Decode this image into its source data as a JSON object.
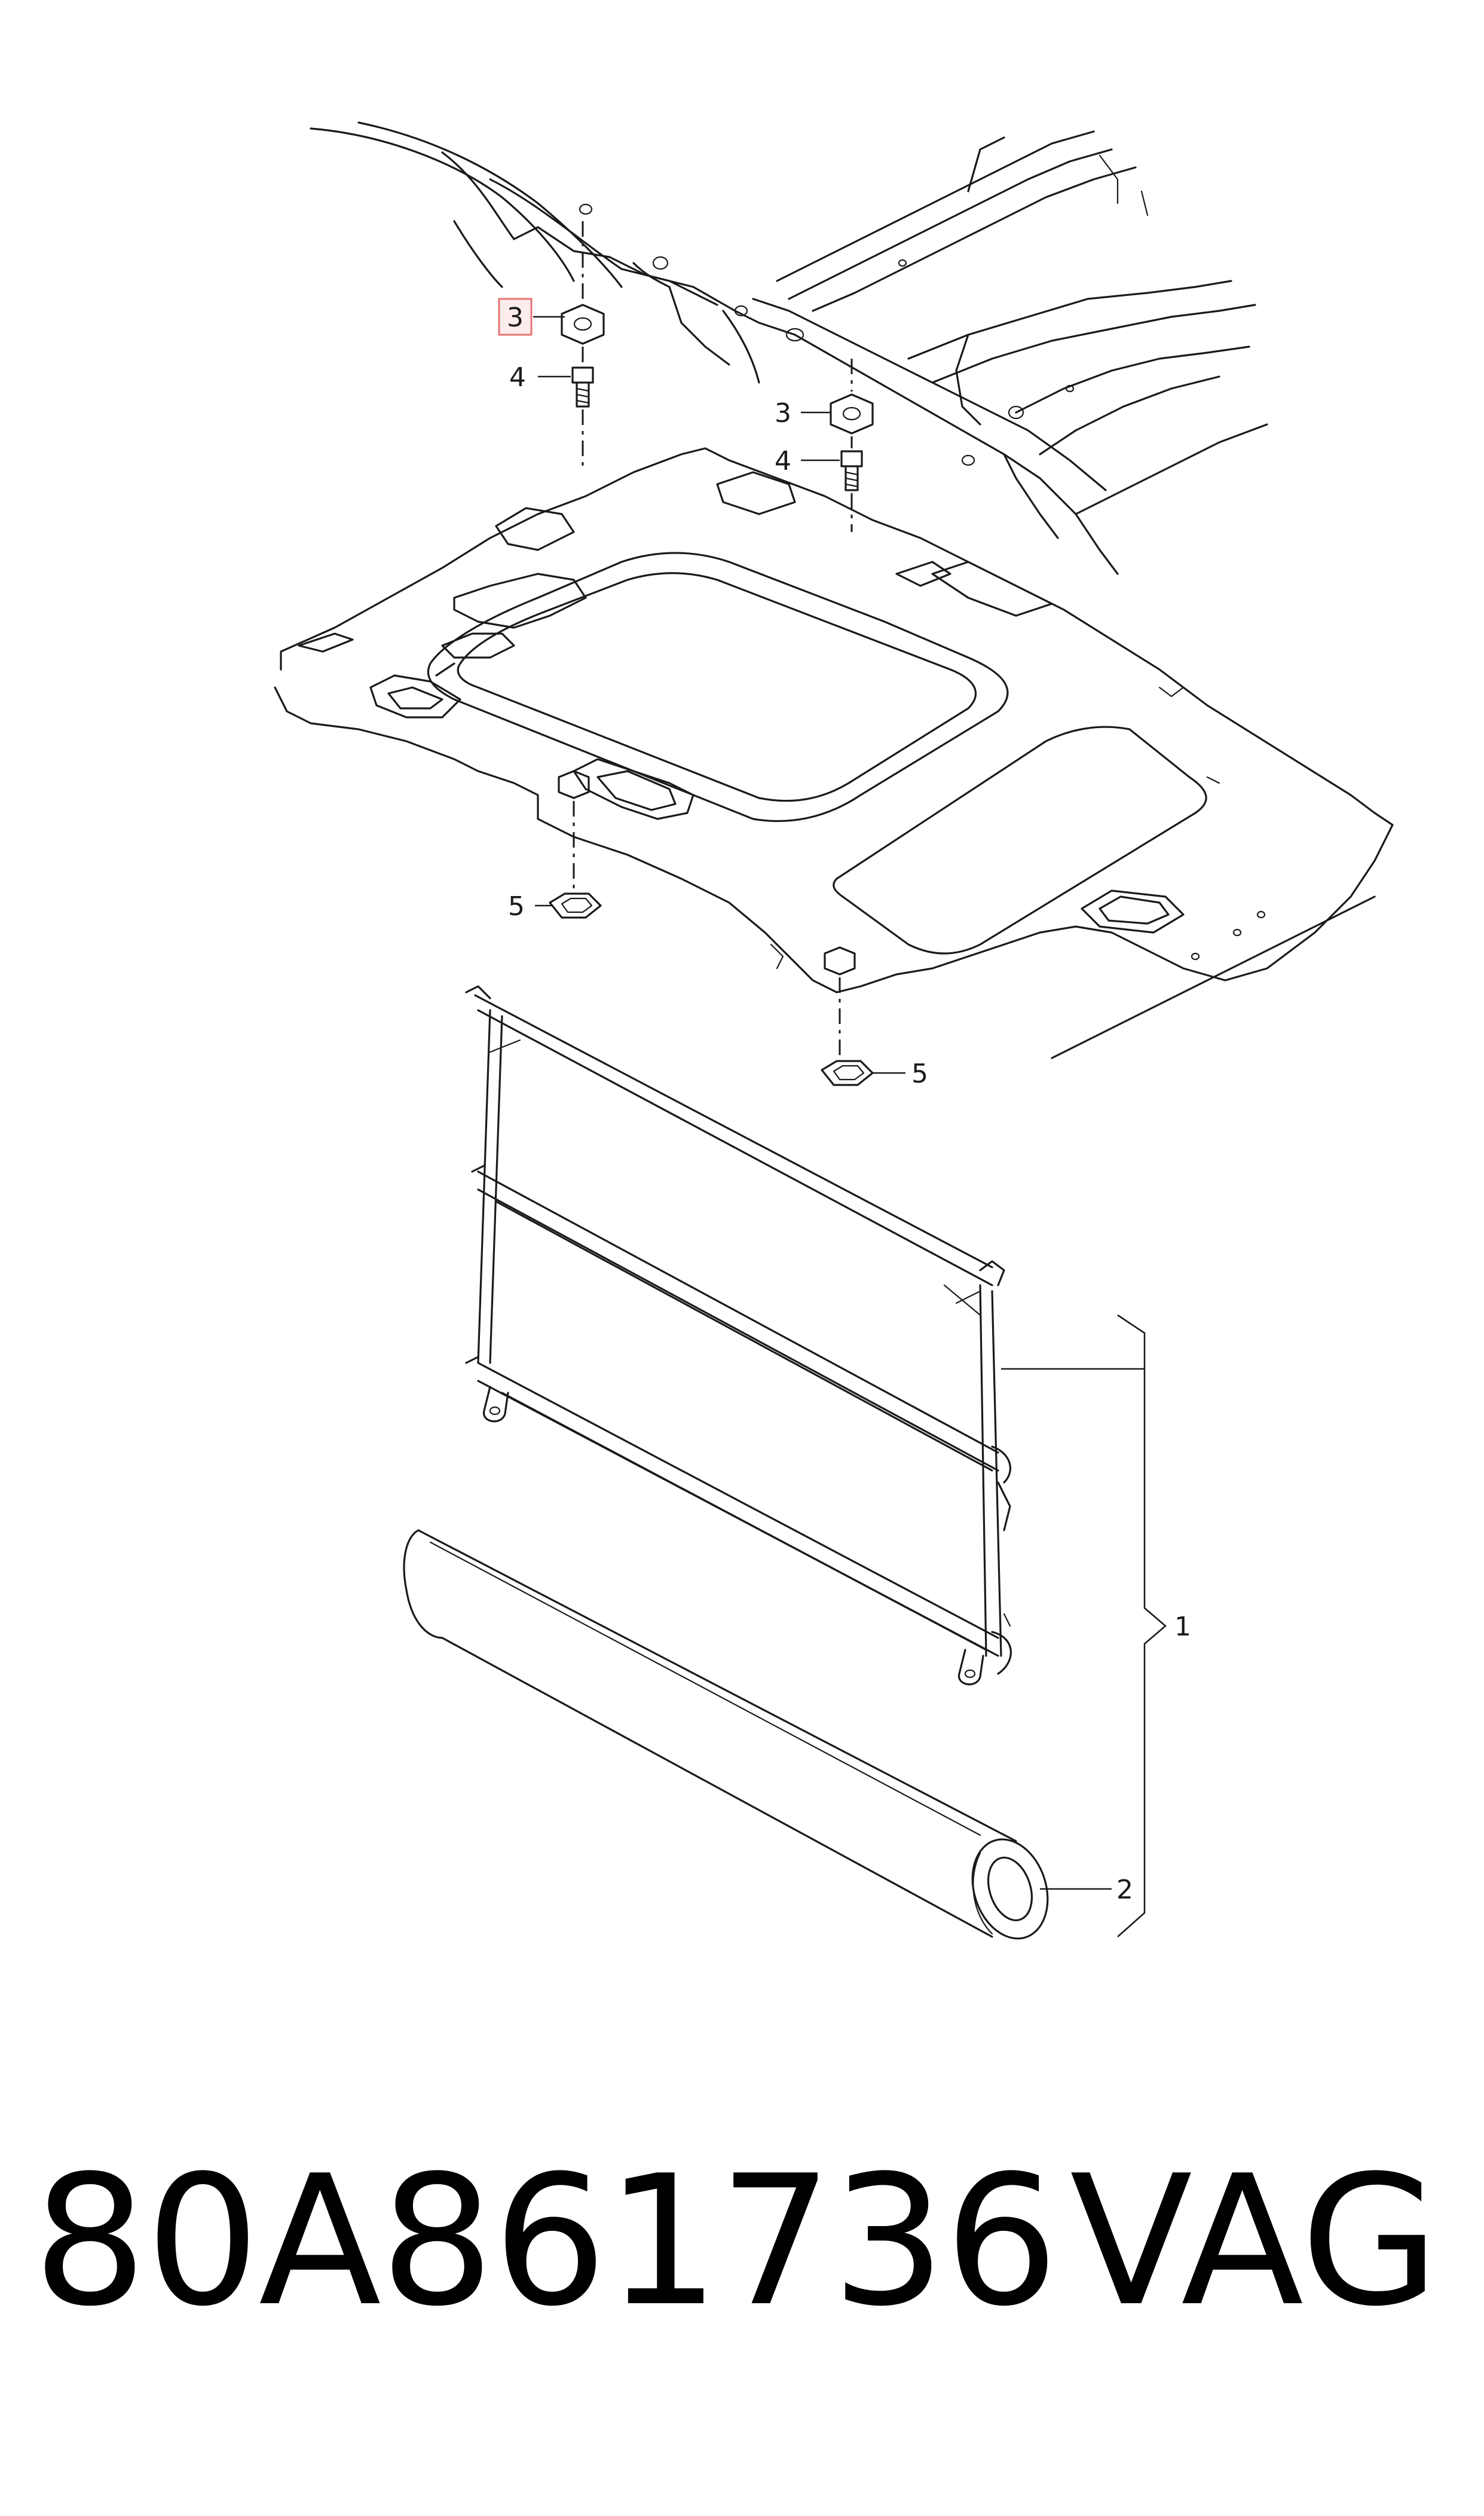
{
  "callouts": {
    "c1": "1",
    "c2": "2",
    "c3_highlighted": "3",
    "c3": "3",
    "c4_upper": "4",
    "c4_lower": "4",
    "c5_left": "5",
    "c5_right": "5"
  },
  "highlight_color": "#e57373",
  "footer": {
    "part_number": "80A861736",
    "brand": "VAG"
  }
}
